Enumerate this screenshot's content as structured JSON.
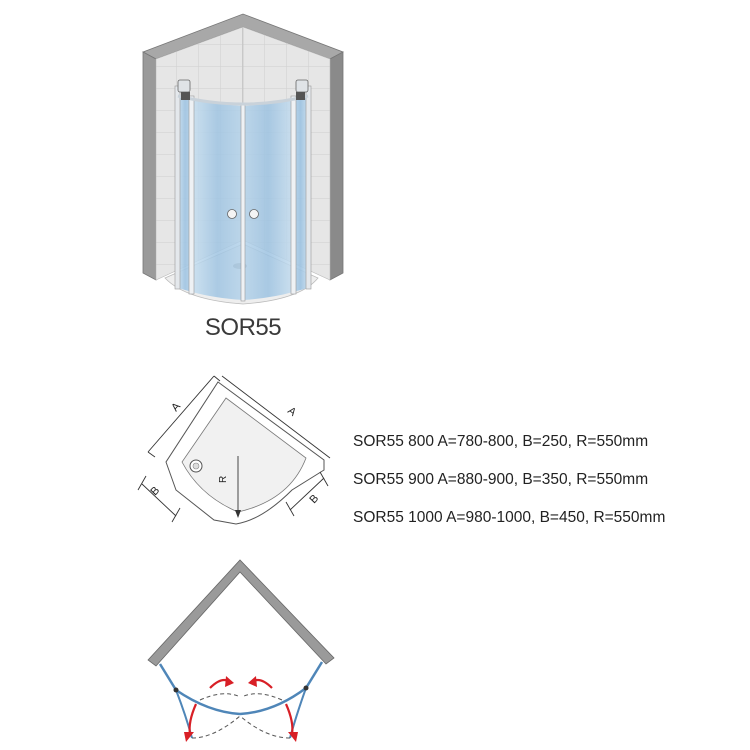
{
  "product": {
    "name": "SOR55"
  },
  "tray_dimension_labels": {
    "side_a": "A",
    "side_b": "B",
    "radius": "R"
  },
  "specs": [
    "SOR55 800 A=780-800, B=250, R=550mm",
    "SOR55 900 A=880-900, B=350, R=550mm",
    "SOR55 1000 A=980-1000, B=450, R=550mm"
  ],
  "colors": {
    "wall": "#8c8c8c",
    "glass": "#aecde6",
    "profile": "#dde3e8",
    "arrow": "#d81f26",
    "line": "#333333"
  }
}
